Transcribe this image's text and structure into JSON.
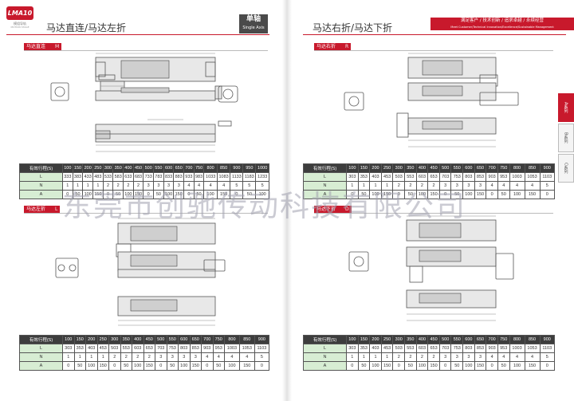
{
  "left_page": {
    "brand": {
      "logo": "LMA10",
      "line1": "模组导轨",
      "line2": "MOTION STAGE"
    },
    "title": "马达直连/马达左折",
    "axis_badge": {
      "cn": "单轴",
      "en": "Single Axis"
    },
    "sections": [
      {
        "tag": "马达直连",
        "code": "M"
      },
      {
        "tag": "马达左折",
        "code": "L"
      }
    ],
    "table1": {
      "header_label": "有效行程(S)",
      "strokes": [
        "100",
        "150",
        "200",
        "250",
        "300",
        "350",
        "400",
        "450",
        "500",
        "550",
        "600",
        "650",
        "700",
        "750",
        "800",
        "850",
        "900",
        "950",
        "1000"
      ],
      "rows": [
        {
          "label": "L",
          "values": [
            "333",
            "383",
            "433",
            "483",
            "533",
            "583",
            "633",
            "683",
            "733",
            "783",
            "833",
            "883",
            "933",
            "983",
            "1033",
            "1083",
            "1133",
            "1183",
            "1233"
          ]
        },
        {
          "label": "N",
          "values": [
            "1",
            "1",
            "1",
            "1",
            "2",
            "2",
            "2",
            "2",
            "3",
            "3",
            "3",
            "3",
            "4",
            "4",
            "4",
            "4",
            "5",
            "5",
            "5"
          ]
        },
        {
          "label": "A",
          "values": [
            "0",
            "50",
            "100",
            "150",
            "0",
            "50",
            "100",
            "150",
            "0",
            "50",
            "100",
            "150",
            "0",
            "50",
            "100",
            "150",
            "0",
            "50",
            "100"
          ]
        }
      ]
    },
    "table2": {
      "header_label": "有效行程(S)",
      "strokes": [
        "100",
        "150",
        "200",
        "250",
        "300",
        "350",
        "400",
        "450",
        "500",
        "550",
        "600",
        "650",
        "700",
        "750",
        "800",
        "850",
        "900"
      ],
      "rows": [
        {
          "label": "L",
          "values": [
            "303",
            "353",
            "403",
            "453",
            "503",
            "553",
            "603",
            "653",
            "703",
            "753",
            "803",
            "853",
            "903",
            "953",
            "1003",
            "1053",
            "1103"
          ]
        },
        {
          "label": "N",
          "values": [
            "1",
            "1",
            "1",
            "1",
            "2",
            "2",
            "2",
            "2",
            "3",
            "3",
            "3",
            "3",
            "4",
            "4",
            "4",
            "4",
            "5"
          ]
        },
        {
          "label": "A",
          "values": [
            "0",
            "50",
            "100",
            "150",
            "0",
            "50",
            "100",
            "150",
            "0",
            "50",
            "100",
            "150",
            "0",
            "50",
            "100",
            "150",
            "0"
          ]
        }
      ]
    }
  },
  "right_page": {
    "title": "马达右折/马达下折",
    "slogan": {
      "cn": "满足客户 / 技术创新 / 追求卓越 / 永续经营",
      "en": "Meet Customer/Technical Innovation/Excellence/Sustainable Management"
    },
    "sections": [
      {
        "tag": "马达右折",
        "code": "R"
      },
      {
        "tag": "马达下折",
        "code": "D"
      }
    ],
    "table1": {
      "header_label": "有效行程(S)",
      "strokes": [
        "100",
        "150",
        "200",
        "250",
        "300",
        "350",
        "400",
        "450",
        "500",
        "550",
        "600",
        "650",
        "700",
        "750",
        "800",
        "850",
        "900"
      ],
      "rows": [
        {
          "label": "L",
          "values": [
            "303",
            "353",
            "403",
            "453",
            "503",
            "553",
            "603",
            "653",
            "703",
            "753",
            "803",
            "853",
            "903",
            "953",
            "1003",
            "1053",
            "1103"
          ]
        },
        {
          "label": "N",
          "values": [
            "1",
            "1",
            "1",
            "1",
            "2",
            "2",
            "2",
            "2",
            "3",
            "3",
            "3",
            "3",
            "4",
            "4",
            "4",
            "4",
            "5"
          ]
        },
        {
          "label": "A",
          "values": [
            "0",
            "50",
            "100",
            "150",
            "0",
            "50",
            "100",
            "150",
            "0",
            "50",
            "100",
            "150",
            "0",
            "50",
            "100",
            "150",
            "0"
          ]
        }
      ]
    },
    "table2": {
      "header_label": "有效行程(S)",
      "strokes": [
        "100",
        "150",
        "200",
        "250",
        "300",
        "350",
        "400",
        "450",
        "500",
        "550",
        "600",
        "650",
        "700",
        "750",
        "800",
        "850",
        "900"
      ],
      "rows": [
        {
          "label": "L",
          "values": [
            "303",
            "353",
            "403",
            "453",
            "503",
            "553",
            "603",
            "653",
            "703",
            "753",
            "803",
            "853",
            "903",
            "953",
            "1003",
            "1053",
            "1103"
          ]
        },
        {
          "label": "N",
          "values": [
            "1",
            "1",
            "1",
            "1",
            "2",
            "2",
            "2",
            "2",
            "3",
            "3",
            "3",
            "3",
            "4",
            "4",
            "4",
            "4",
            "5"
          ]
        },
        {
          "label": "A",
          "values": [
            "0",
            "50",
            "100",
            "150",
            "0",
            "50",
            "100",
            "150",
            "0",
            "50",
            "100",
            "150",
            "0",
            "50",
            "100",
            "150",
            "0"
          ]
        }
      ]
    },
    "side_tabs": [
      "A系列",
      "B系列",
      "C系列"
    ]
  },
  "watermark": "东莞市创驰传动科技有限公司",
  "colors": {
    "accent": "#c8192c",
    "header_row": "#3d3d3d",
    "label_cell": "#d7edd3"
  }
}
